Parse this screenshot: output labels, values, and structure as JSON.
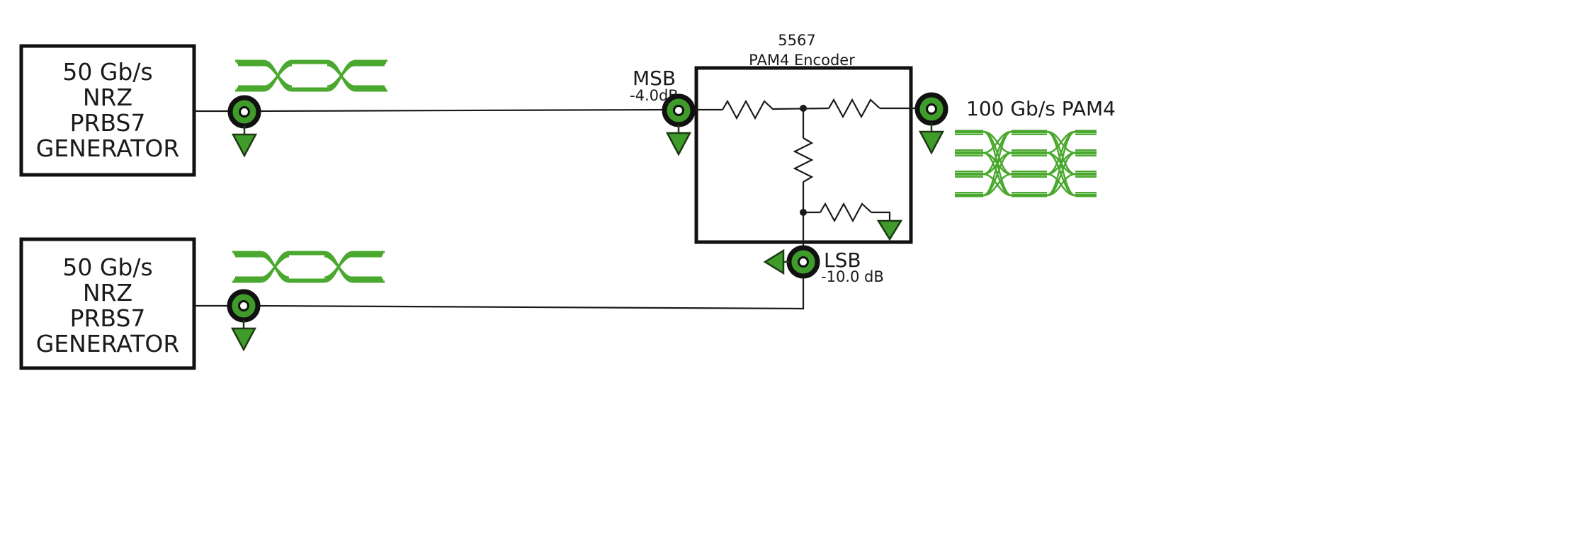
{
  "generators": [
    {
      "lines": [
        "50 Gb/s",
        "NRZ",
        "PRBS7",
        "GENERATOR"
      ]
    },
    {
      "lines": [
        "50 Gb/s",
        "NRZ",
        "PRBS7",
        "GENERATOR"
      ]
    }
  ],
  "encoder": {
    "part_number": "5567",
    "name": "PAM4 Encoder"
  },
  "msb": {
    "label": "MSB",
    "attenuation": "-4.0dB"
  },
  "lsb": {
    "label": "LSB",
    "attenuation": "-10.0 dB"
  },
  "output": {
    "label": "100 Gb/s PAM4"
  },
  "colors": {
    "eye_green": "#4aa82e",
    "connector_green": "#3f9b2a",
    "connector_ring": "#111111",
    "line": "#1a1a1a"
  },
  "icons": [
    "coax-connector-icon",
    "ground-triangle-icon",
    "resistor-icon",
    "nrz-eye-diagram-icon",
    "pam4-eye-diagram-icon"
  ]
}
